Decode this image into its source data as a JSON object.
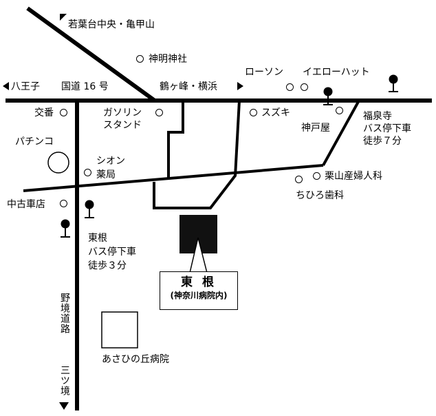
{
  "roads": {
    "north_label": "若葉台中央・亀甲山",
    "west_label": "八王子",
    "route_label": "国道 16 号",
    "east_label": "鶴ヶ峰・横浜",
    "south_road_label": "野境道路",
    "south_label": "三ツ境"
  },
  "landmarks": {
    "shinmei_shrine": "神明神社",
    "lawson": "ローソン",
    "yellow_hat": "イエローハット",
    "koban": "交番",
    "gas_station": "ガソリン\nスタンド",
    "suzuki": "スズキ",
    "kanbeya": "神戸屋",
    "fukusenji_bus": "福泉寺\nバス停下車\n徒歩７分",
    "pachinko": "パチンコ",
    "shion_pharmacy": "シオン\n薬局",
    "kuriyama_clinic": "栗山産婦人科",
    "chihiro_dental": "ちひろ歯科",
    "used_car": "中古車店",
    "higashine_bus": "東根\nバス停下車\n徒歩３分",
    "asahi_hospital": "あさひの丘病院"
  },
  "destination": {
    "name": "東 根",
    "note": "(神奈川病院内)"
  }
}
